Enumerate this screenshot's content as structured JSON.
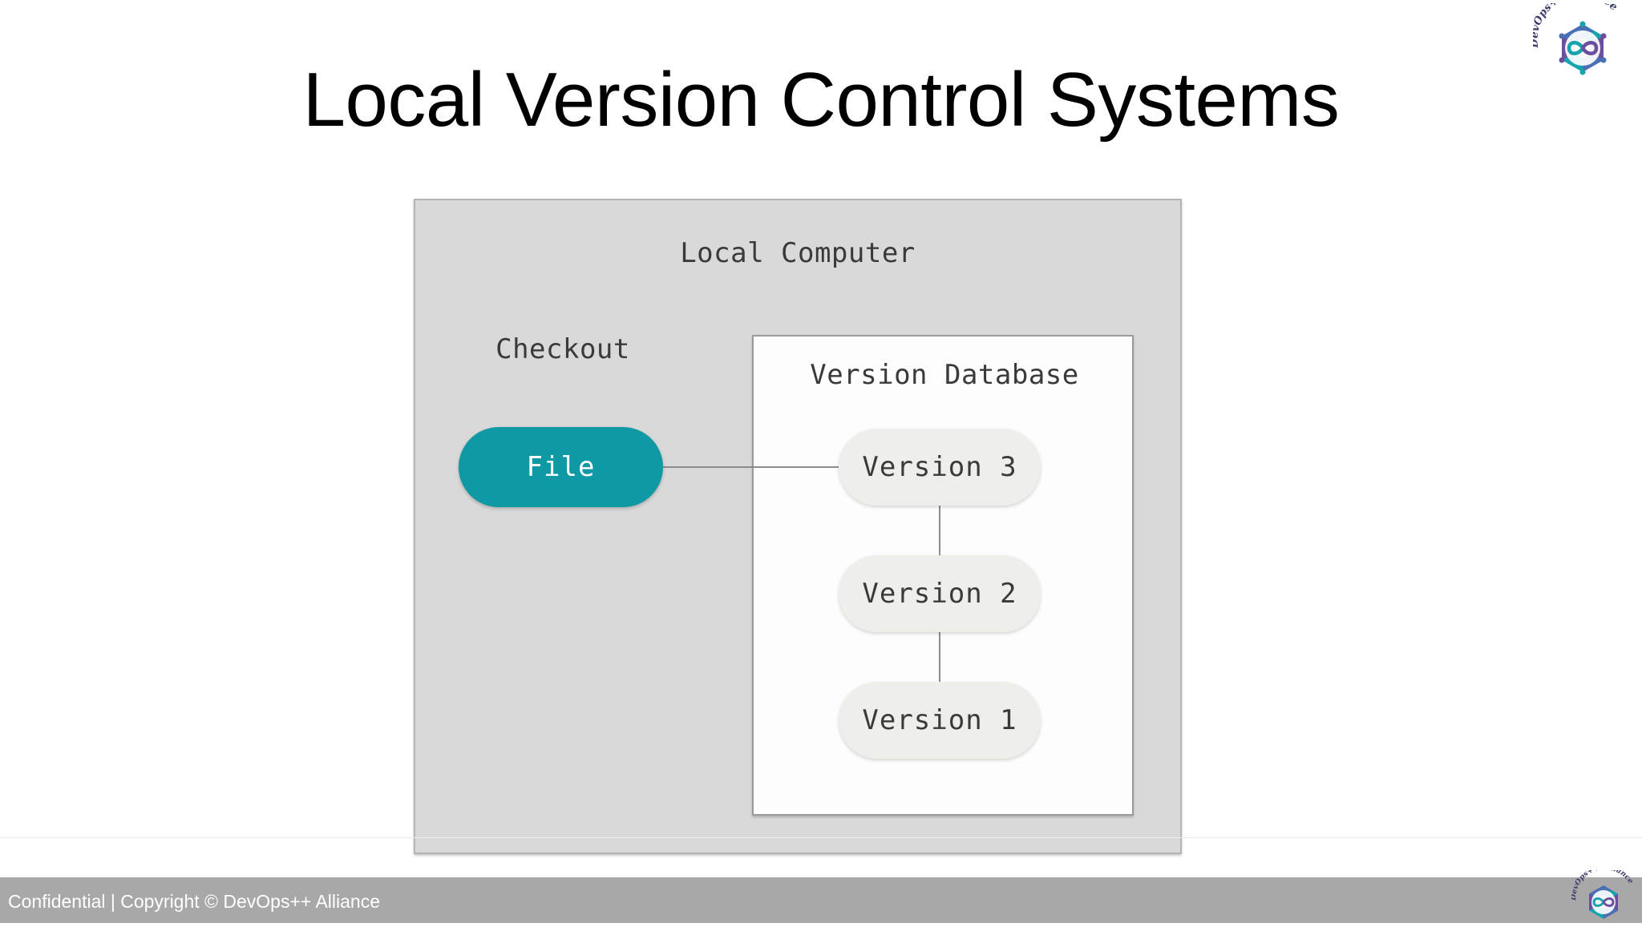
{
  "slide": {
    "title": "Local Version Control Systems",
    "background_color": "#ffffff"
  },
  "brand": {
    "name": "DevOps++ Alliance",
    "logo_icon": "devops-infinity-hexagon-logo",
    "colors": {
      "teal": "#12a0a8",
      "purple": "#6b4f9e",
      "blue": "#4a6fb5"
    }
  },
  "diagram": {
    "type": "block-diagram",
    "outer": {
      "label": "Local Computer",
      "fill": "#d9d9d9",
      "border": "#b4b4b4"
    },
    "checkout": {
      "label": "Checkout"
    },
    "file_node": {
      "label": "File",
      "fill": "#0e99a4",
      "text_color": "#ffffff"
    },
    "version_database": {
      "label": "Version Database",
      "fill": "#fdfdfd",
      "border": "#9b9b9b",
      "versions": [
        {
          "label": "Version 3"
        },
        {
          "label": "Version 2"
        },
        {
          "label": "Version 1"
        }
      ]
    },
    "connector_color": "#8c8c8c"
  },
  "footer": {
    "text": "Confidential  |  Copyright © DevOps++ Alliance",
    "background_color": "#a8a8a8",
    "text_color": "#ffffff",
    "logo_icon": "devops-infinity-hexagon-logo"
  }
}
